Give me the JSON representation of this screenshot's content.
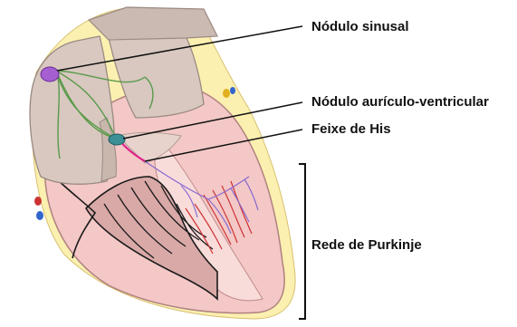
{
  "diagram": {
    "labels": {
      "sinus_node": "Nódulo sinusal",
      "av_node": "Nódulo aurículo-ventricular",
      "his_bundle": "Feixe de His",
      "purkinje": "Rede de Purkinje"
    },
    "colors": {
      "sinus_node": "#a55fd0",
      "av_node": "#3d8f96",
      "his_bundle": "#e0208a",
      "conduction_path": "#5a9a4a",
      "purkinje_fibers": "#8a6ad0",
      "myocardium": "#f3c8c6",
      "atrial_wall": "#c9b7ae",
      "fat": "#fbf0b0"
    }
  }
}
